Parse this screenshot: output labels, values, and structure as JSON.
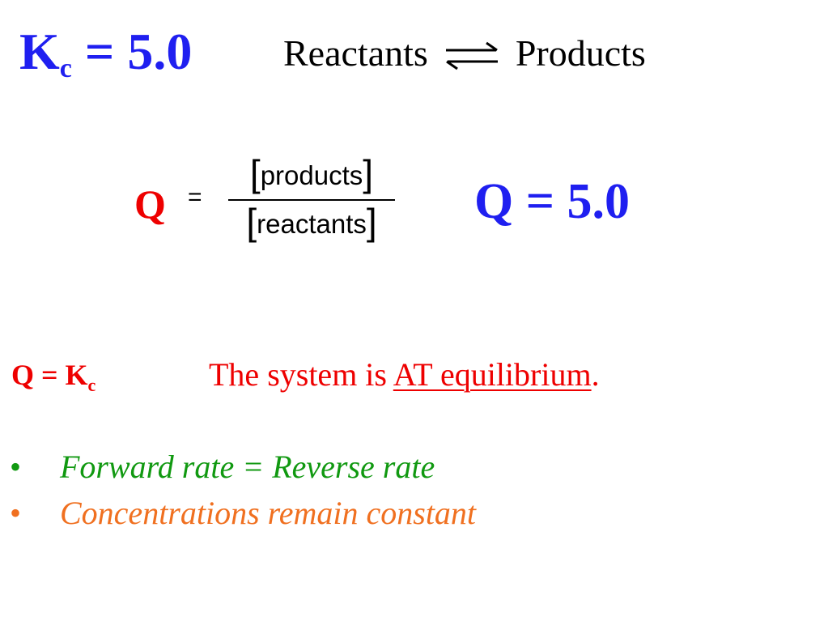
{
  "kc_header": {
    "symbol": "K",
    "subscript": "c",
    "equals": "=",
    "value": "5.0",
    "color": "#1f1ff0"
  },
  "reaction": {
    "reactants": "Reactants",
    "products": "Products",
    "arrow_icon": "equilibrium-arrows-icon"
  },
  "q_expression": {
    "symbol": "Q",
    "equals": "=",
    "numerator": "products",
    "denominator": "reactants",
    "symbol_color": "#ee0000"
  },
  "q_value": {
    "text": "Q = 5.0",
    "color": "#1f1ff0"
  },
  "comparison": {
    "lhs": "Q = K",
    "subscript": "c",
    "statement_prefix": "The system is ",
    "statement_emphasis": "AT equilibrium",
    "statement_suffix": ".",
    "color": "#ee0000"
  },
  "bullets": [
    {
      "marker": "•",
      "text": "Forward rate = Reverse rate",
      "color": "#119911"
    },
    {
      "marker": "•",
      "text": "Concentrations remain constant",
      "color": "#f07020"
    }
  ]
}
